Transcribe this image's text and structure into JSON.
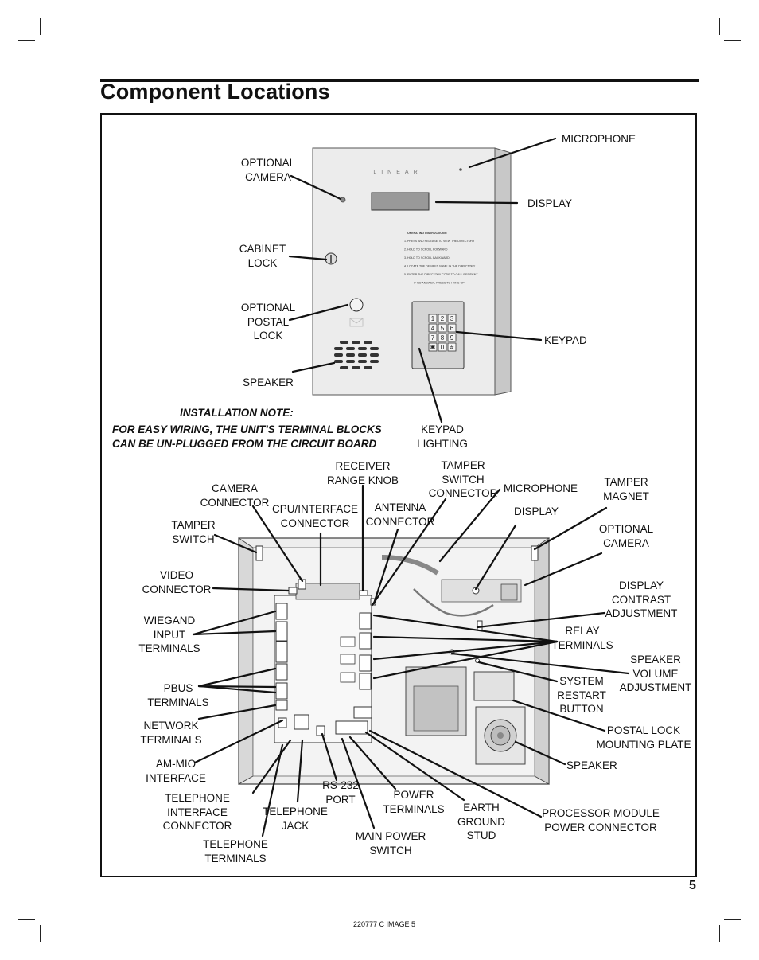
{
  "page": {
    "title": "Component Locations",
    "page_number": "5",
    "footer": "220777 C    IMAGE 5"
  },
  "installation_note": {
    "heading": "INSTALLATION NOTE:",
    "line1": "FOR EASY WIRING, THE UNIT'S TERMINAL BLOCKS",
    "line2": "CAN BE UN-PLUGGED FROM THE CIRCUIT BOARD"
  },
  "front_panel": {
    "brand": "LINEAR",
    "operating_heading": "OPERATING INSTRUCTIONS:",
    "instructions": [
      "1. PRESS AND RELEASE TO VIEW THE DIRECTORY",
      "2. HOLD TO SCROLL FORWARD",
      "3. HOLD TO SCROLL BACKWARD",
      "4. LOCATE THE DESIRED NAME IN THE DIRECTORY",
      "5. ENTER THE DIRECTORY CODE TO CALL RESIDENT",
      "IF NO ANSWER, PRESS TO HANG UP"
    ],
    "keys": [
      "1",
      "2",
      "3",
      "4",
      "5",
      "6",
      "7",
      "8",
      "9",
      "✱",
      "0",
      "#"
    ]
  },
  "labels_top": {
    "microphone": "MICROPHONE",
    "optional_camera": "OPTIONAL\nCAMERA",
    "display": "DISPLAY",
    "cabinet_lock": "CABINET\nLOCK",
    "optional_postal_lock": "OPTIONAL\nPOSTAL\nLOCK",
    "keypad": "KEYPAD",
    "speaker": "SPEAKER",
    "keypad_lighting": "KEYPAD\nLIGHTING"
  },
  "labels_bottom": {
    "receiver_range_knob": "RECEIVER\nRANGE KNOB",
    "tamper_switch_connector": "TAMPER\nSWITCH\nCONNECTOR",
    "camera_connector": "CAMERA\nCONNECTOR",
    "cpu_interface_connector": "CPU/INTERFACE\nCONNECTOR",
    "antenna_connector": "ANTENNA\nCONNECTOR",
    "microphone": "MICROPHONE",
    "tamper_magnet": "TAMPER\nMAGNET",
    "display": "DISPLAY",
    "tamper_switch": "TAMPER\nSWITCH",
    "optional_camera": "OPTIONAL\nCAMERA",
    "video_connector": "VIDEO\nCONNECTOR",
    "display_contrast": "DISPLAY\nCONTRAST\nADJUSTMENT",
    "wiegand": "WIEGAND\nINPUT\nTERMINALS",
    "relay_terminals": "RELAY\nTERMINALS",
    "speaker_volume": "SPEAKER\nVOLUME\nADJUSTMENT",
    "pbus": "PBUS\nTERMINALS",
    "system_restart": "SYSTEM\nRESTART\nBUTTON",
    "network": "NETWORK\nTERMINALS",
    "postal_lock_plate": "POSTAL LOCK\nMOUNTING PLATE",
    "am_mio": "AM-MIO\nINTERFACE",
    "speaker": "SPEAKER",
    "rs232": "RS-232\nPORT",
    "telephone_interface": "TELEPHONE\nINTERFACE\nCONNECTOR",
    "power_terminals": "POWER\nTERMINALS",
    "earth_ground": "EARTH\nGROUND\nSTUD",
    "processor_module": "PROCESSOR MODULE\nPOWER CONNECTOR",
    "telephone_jack": "TELEPHONE\nJACK",
    "main_power": "MAIN POWER\nSWITCH",
    "telephone_terminals": "TELEPHONE\nTERMINALS"
  }
}
